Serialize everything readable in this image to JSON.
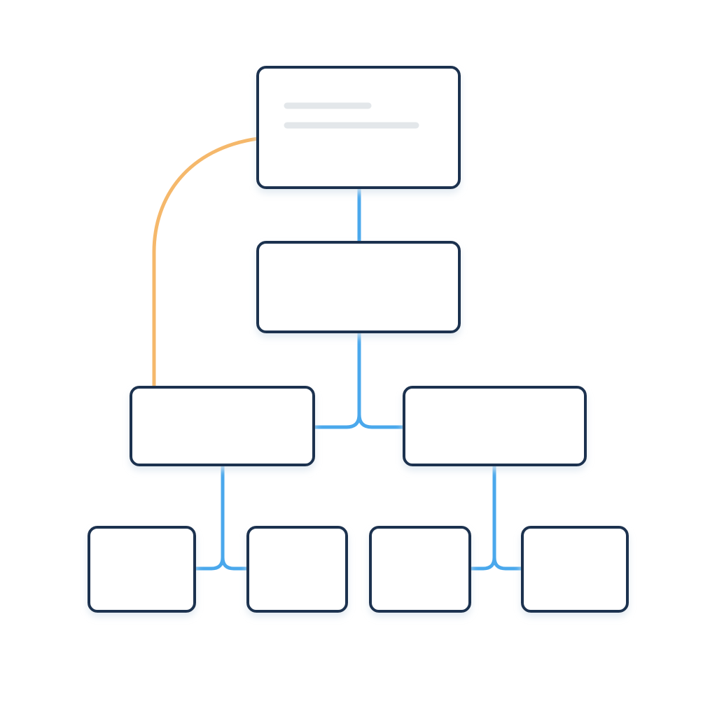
{
  "diagram": {
    "type": "tree",
    "nodes": [
      {
        "id": "root",
        "parent": null,
        "placeholder_lines": 2
      },
      {
        "id": "level-1",
        "parent": "root"
      },
      {
        "id": "level-2-left",
        "parent": "level-1"
      },
      {
        "id": "level-2-right",
        "parent": "level-1"
      },
      {
        "id": "level-3-left-a",
        "parent": "level-2-left"
      },
      {
        "id": "level-3-left-b",
        "parent": "level-2-left"
      },
      {
        "id": "level-3-right-a",
        "parent": "level-2-right"
      },
      {
        "id": "level-3-right-b",
        "parent": "level-2-right"
      }
    ],
    "extra_links": [
      {
        "from": "root",
        "to": "level-2-left",
        "color": "#f5b86b"
      }
    ],
    "colors": {
      "node_border": "#1c3350",
      "node_fill": "#ffffff",
      "tree_connector": "#4aa8ec",
      "cross_link": "#f5b86b",
      "placeholder_text": "#e3e7ea",
      "shadow": "#e8eef4"
    }
  }
}
